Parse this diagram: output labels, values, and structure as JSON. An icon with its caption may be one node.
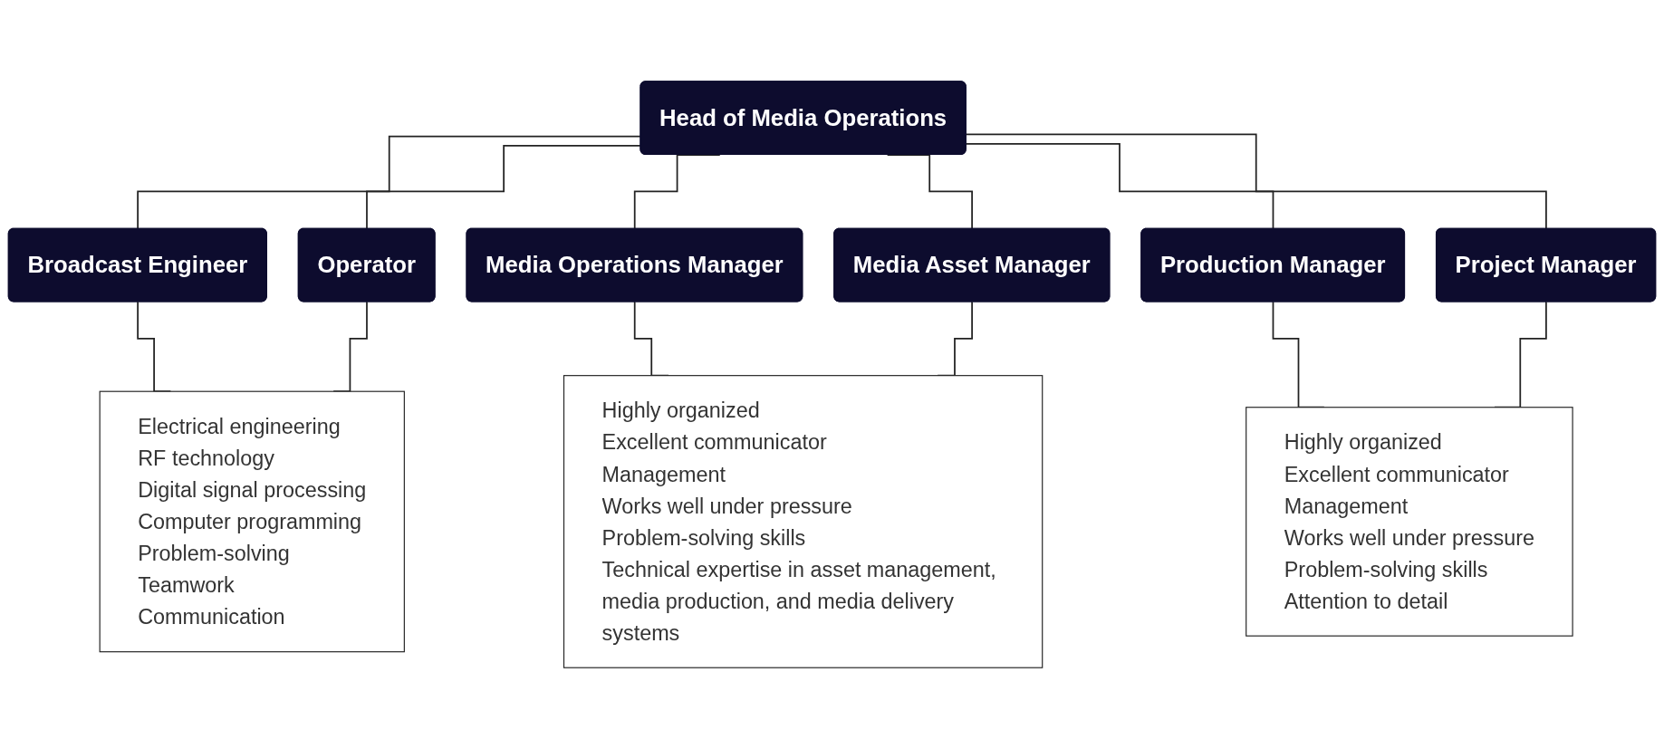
{
  "diagram": {
    "nodes": [
      {
        "text": [
          "Head of Media Operations"
        ]
      },
      {
        "text": [
          "Broadcast Engineer"
        ]
      },
      {
        "text": [
          "Operator"
        ]
      },
      {
        "text": [
          "Media Operations Manager"
        ]
      },
      {
        "text": [
          "Media Asset Manager"
        ]
      },
      {
        "text": [
          "Production Manager"
        ]
      },
      {
        "text": [
          "Project Manager"
        ]
      },
      {
        "text": [
          "Electrical engineering",
          "RF technology",
          "Digital signal processing",
          "Computer programming",
          "Problem-solving",
          "Teamwork",
          "Communication"
        ]
      },
      {
        "text": [
          "Highly organized",
          "Excellent communicator",
          "Management",
          "Works well under pressure",
          "Problem-solving skills",
          "Technical expertise in asset management, media production, and media delivery systems"
        ]
      },
      {
        "text": [
          "Highly organized",
          "Excellent communicator",
          "Management",
          "Works well under pressure",
          "Problem-solving skills",
          "Attention to detail"
        ]
      }
    ],
    "edges": [
      {
        "from": 0,
        "to": 1,
        "arrow": "none"
      },
      {
        "from": 0,
        "to": 2,
        "arrow": "none"
      },
      {
        "from": 0,
        "to": 3,
        "arrow": "none"
      },
      {
        "from": 0,
        "to": 4,
        "arrow": "none"
      },
      {
        "from": 0,
        "to": 5,
        "arrow": "none"
      },
      {
        "from": 0,
        "to": 6,
        "arrow": "none"
      },
      {
        "from": 1,
        "to": 7,
        "arrow": "none"
      },
      {
        "from": 2,
        "to": 7,
        "arrow": "none"
      },
      {
        "from": 3,
        "to": 8,
        "arrow": "none"
      },
      {
        "from": 4,
        "to": 8,
        "arrow": "none"
      },
      {
        "from": 5,
        "to": 9,
        "arrow": "none"
      },
      {
        "from": 6,
        "to": 9,
        "arrow": "none"
      }
    ]
  }
}
